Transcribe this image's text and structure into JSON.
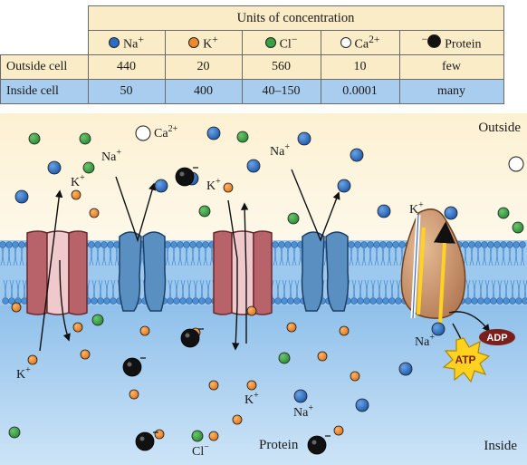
{
  "table": {
    "title": "Units of concentration",
    "headers": [
      {
        "ion": "Na",
        "charge": "+",
        "icon": "sodium-ion-icon",
        "color": "#2b6fc4"
      },
      {
        "ion": "K",
        "charge": "+",
        "icon": "potassium-ion-icon",
        "color": "#ef8a28"
      },
      {
        "ion": "Cl",
        "charge": "−",
        "icon": "chloride-ion-icon",
        "color": "#3aa043"
      },
      {
        "ion": "Ca",
        "charge": "2+",
        "icon": "calcium-ion-icon",
        "color": "#ffffff"
      },
      {
        "ion": "Protein",
        "charge": "−",
        "icon": "protein-anion-icon",
        "color": "#111111"
      }
    ],
    "rows": [
      {
        "label": "Outside cell",
        "values": [
          "440",
          "20",
          "560",
          "10",
          "few"
        ]
      },
      {
        "label": "Inside cell",
        "values": [
          "50",
          "400",
          "40–150",
          "0.0001",
          "many"
        ]
      }
    ]
  },
  "diagram": {
    "outside_label": "Outside",
    "inside_label": "Inside",
    "labels": {
      "ca_outside": {
        "ion": "Ca",
        "charge": "2+"
      },
      "na_channel_outside": {
        "ion": "Na",
        "charge": "+"
      },
      "k_channel_outside": {
        "ion": "K",
        "charge": "+"
      },
      "na_channel2_outside": {
        "ion": "Na",
        "charge": "+"
      },
      "k_pump_outside": {
        "ion": "K",
        "charge": "+"
      },
      "k_inside_left": {
        "ion": "K",
        "charge": "+"
      },
      "k_inside_mid": {
        "ion": "K",
        "charge": "+"
      },
      "na_inside": {
        "ion": "Na",
        "charge": "+"
      },
      "na_pump_inside": {
        "ion": "Na",
        "charge": "+"
      },
      "cl_inside": {
        "ion": "Cl",
        "charge": "−"
      },
      "protein_inside": {
        "ion": "Protein",
        "charge": "−"
      }
    },
    "atp_label": "ATP",
    "adp_label": "ADP",
    "colors": {
      "outside_bg": "#fdf3d8",
      "inside_bg": "#a9cdee",
      "membrane": "#7fb3e0",
      "na": "#2b6fc4",
      "k": "#ef8a28",
      "cl": "#3aa043",
      "protein": "#111111",
      "atp": "#ffd21f",
      "adp": "#7a1f1a"
    }
  }
}
